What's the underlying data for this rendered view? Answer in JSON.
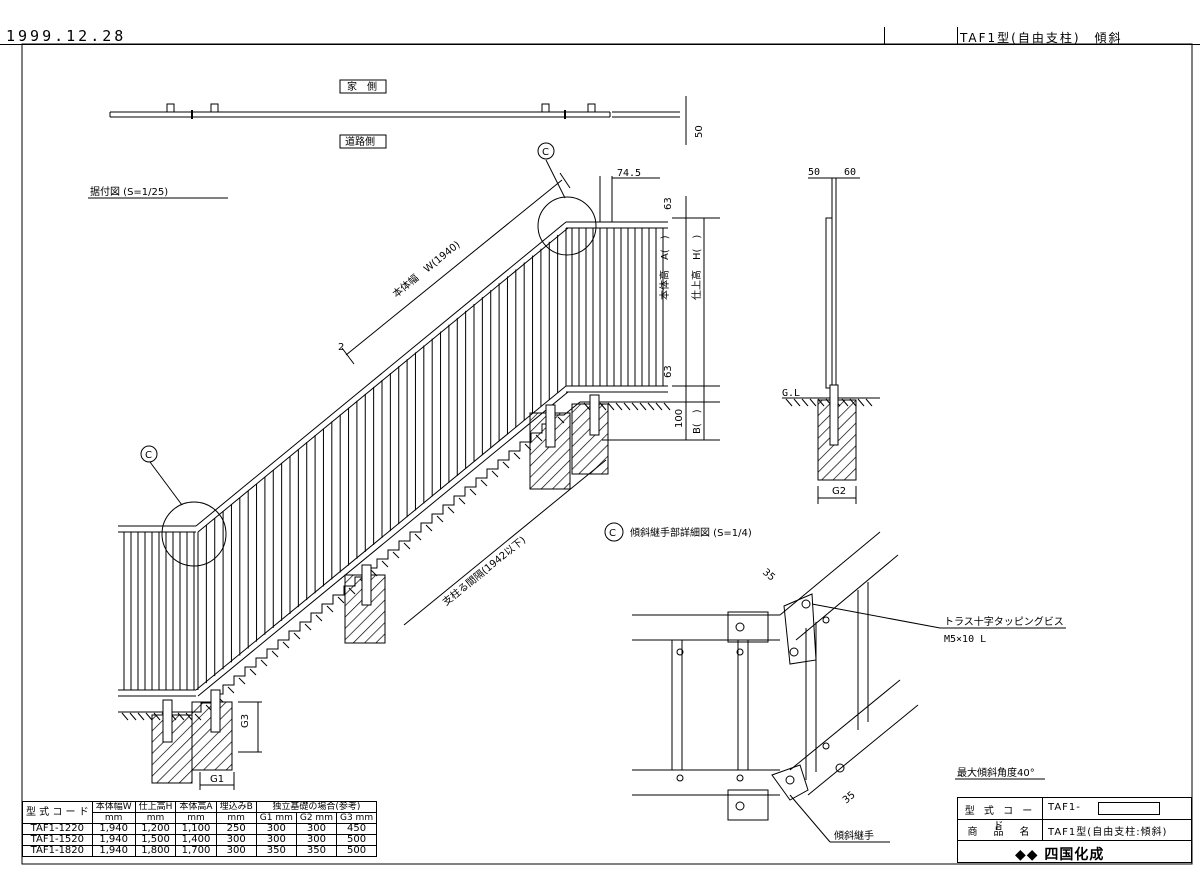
{
  "header": {
    "date": "1999.12.28",
    "title": "TAF1型(自由支柱)　傾斜"
  },
  "top_view": {
    "house_side": "家　側",
    "road_side": "道路側",
    "dim_50": "50"
  },
  "installation": {
    "title": "据付図 (S=1/25)",
    "callout": "C",
    "width_label": "本体幅　W(1940)",
    "dim_2": "2",
    "dim_74_5": "74.5",
    "dim_63_top": "63",
    "dim_63_bottom": "63",
    "body_height": "本体高　A(　)",
    "finish_height": "仕上高　H(　)",
    "dim_100": "100",
    "embed": "B(　)",
    "post_interval": "支柱る間隔(1942以下)",
    "g1": "G1",
    "g3": "G3"
  },
  "side_view": {
    "dim_50": "50",
    "dim_60": "60",
    "gl": "G.L",
    "g2": "G2"
  },
  "detail": {
    "title": "傾斜継手部詳細図 (S=1/4)",
    "callout": "C",
    "dim_35_top": "35",
    "dim_35_bottom": "35",
    "screw_label": "トラス十字タッピングビス",
    "screw_size": "M5×10 L",
    "joint_label": "傾斜継手",
    "max_angle": "最大傾斜角度40°"
  },
  "spec_table": {
    "header_code": "型 式 コ ー ド",
    "header_w": "本体幅W",
    "header_h": "仕上高H",
    "header_a": "本体高A",
    "header_b": "埋込みB",
    "header_found": "独立基礎の場合(参考)",
    "unit": "mm",
    "g1": "G1 mm",
    "g2": "G2 mm",
    "g3": "G3 mm",
    "rows": [
      {
        "code": "TAF1-1220",
        "w": "1,940",
        "h": "1,200",
        "a": "1,100",
        "b": "250",
        "g1": "300",
        "g2": "300",
        "g3": "450"
      },
      {
        "code": "TAF1-1520",
        "w": "1,940",
        "h": "1,500",
        "a": "1,400",
        "b": "300",
        "g1": "300",
        "g2": "300",
        "g3": "500"
      },
      {
        "code": "TAF1-1820",
        "w": "1,940",
        "h": "1,800",
        "a": "1,700",
        "b": "300",
        "g1": "350",
        "g2": "350",
        "g3": "500"
      }
    ]
  },
  "title_block": {
    "code_label": "型 式 コ ー ド",
    "code_value": "TAF1-",
    "name_label": "商　品　名",
    "name_value": "TAF1型(自由支柱:傾斜)",
    "brand": "◆◆ 四国化成"
  }
}
